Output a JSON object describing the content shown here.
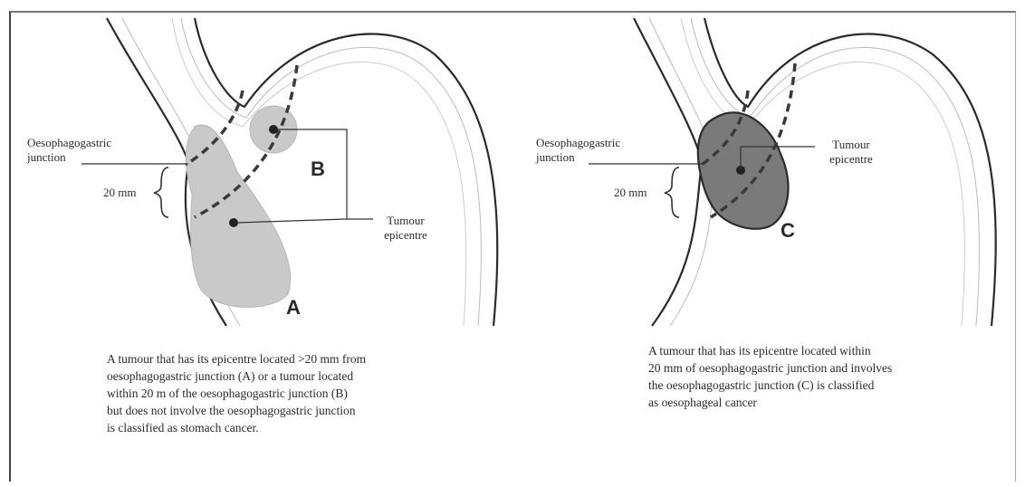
{
  "left_panel": {
    "junction_label": [
      "Oesophagogastric",
      "junction"
    ],
    "distance_label": "20 mm",
    "tumour_label": [
      "Tumour",
      "epicentre"
    ],
    "letter_a": "A",
    "letter_b": "B",
    "caption": [
      "A tumour that has its epicentre located >20 mm from",
      "oesophagogastric junction (A) or a tumour located",
      "within 20 m of the oesophagogastric junction (B)",
      "but does not involve the oesophagogastric junction",
      "is classified as stomach cancer."
    ]
  },
  "right_panel": {
    "junction_label": [
      "Oesophagogastric",
      "junction"
    ],
    "distance_label": "20 mm",
    "tumour_label": [
      "Tumour",
      "epicentre"
    ],
    "letter_c": "C",
    "caption": [
      "A tumour that has its epicentre located within",
      "20 mm of oesophagogastric junction and involves",
      "the oesophagogastric junction (C) is classified",
      "as oesophageal cancer"
    ]
  },
  "colors": {
    "outline": "#2b2b2b",
    "light_tumour": "#c9c9c9",
    "dark_tumour": "#7a7a7a"
  }
}
